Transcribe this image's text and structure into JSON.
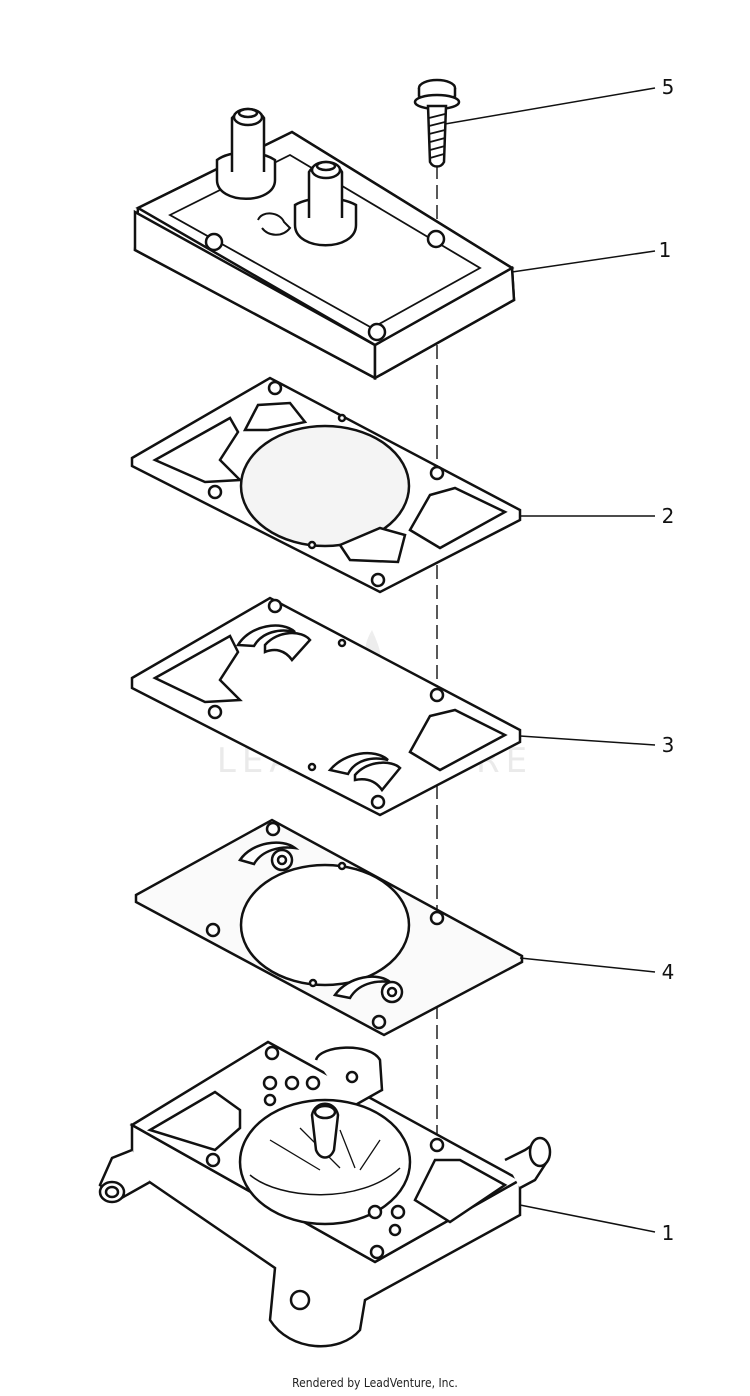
{
  "diagram": {
    "callouts": [
      "5",
      "1",
      "2",
      "3",
      "4",
      "1"
    ],
    "watermark": "LEADVENTURE",
    "footer": "Rendered by LeadVenture, Inc."
  }
}
